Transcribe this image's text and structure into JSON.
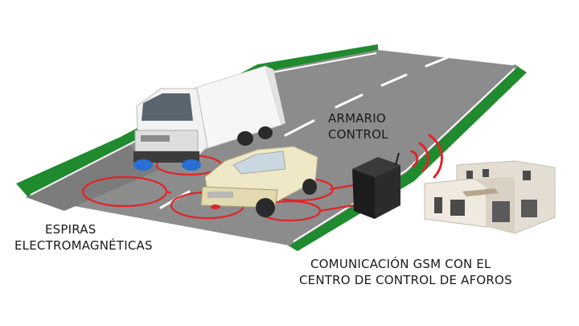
{
  "labels": {
    "armario": [
      "ARMARIO",
      "CONTROL"
    ],
    "espiras": [
      "ESPIRAS",
      "ELECTROMAGNÉTICAS"
    ],
    "gsm": [
      "COMUNICACIÓN GSM CON EL",
      "CENTRO DE CONTROL DE AFOROS"
    ]
  },
  "colors": {
    "grass": "#1f8a2e",
    "road": "#8a8a8a",
    "lane_marking": "#ffffff",
    "loop": "#e0242a",
    "cabinet": "#1c1c1c",
    "truck_cab": "#f2f2f2",
    "car": "#efe8c6",
    "building": "#e4ddd2"
  },
  "icons": [
    "truck-icon",
    "car-icon",
    "control-cabinet-icon",
    "gsm-signal-icon",
    "control-center-building-icon"
  ]
}
